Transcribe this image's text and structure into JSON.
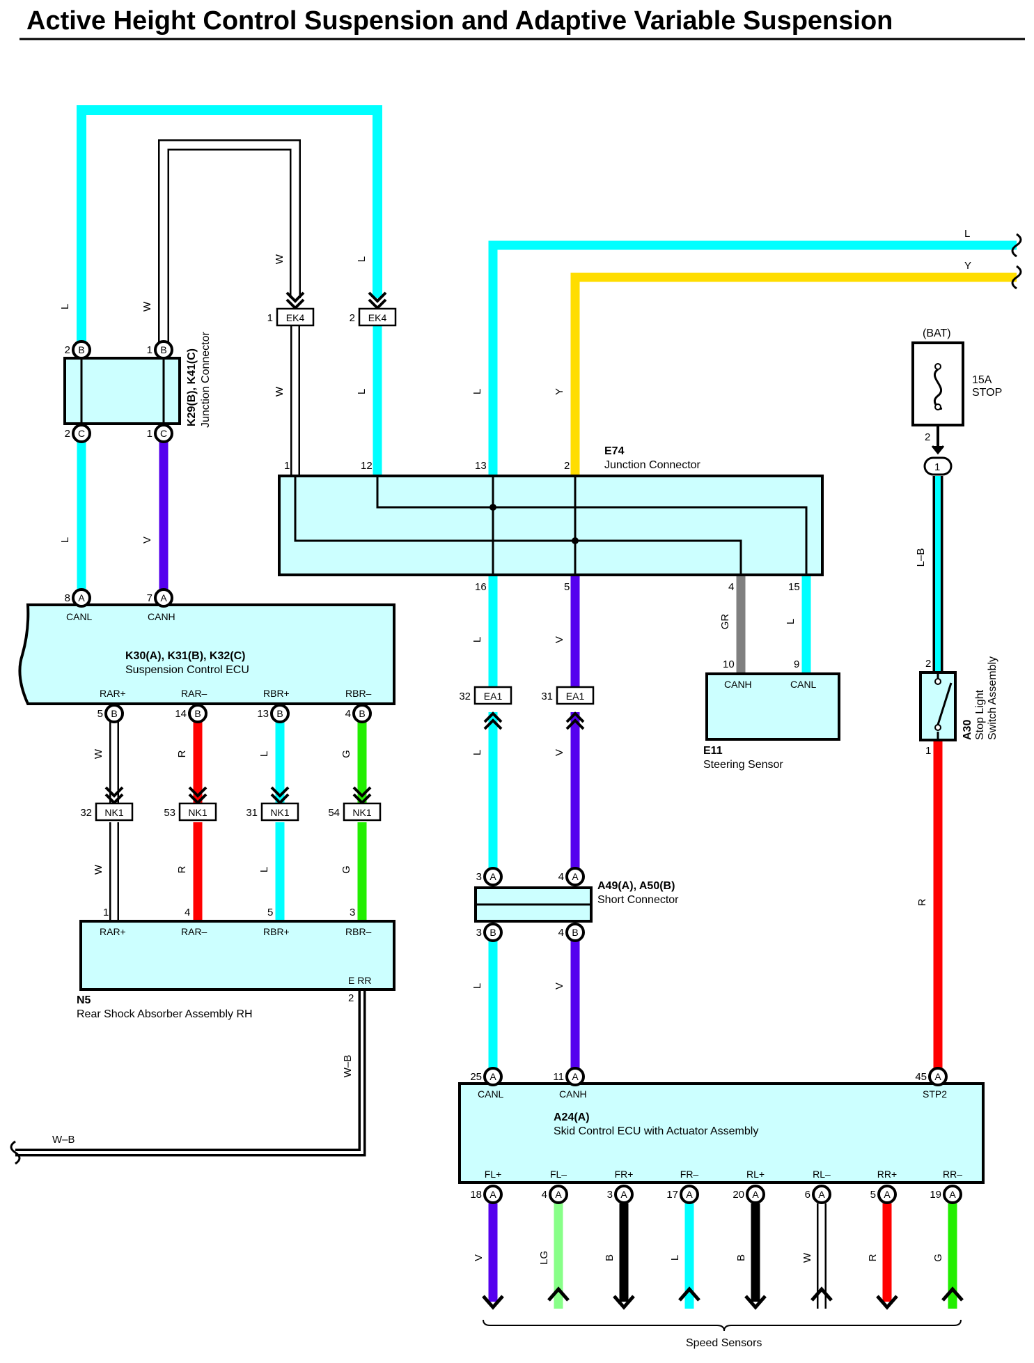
{
  "title": "Active Height Control Suspension and Adaptive Variable Suspension",
  "colors": {
    "L": "#00ffff",
    "Y": "#ffdd00",
    "V": "#5500ee",
    "R": "#ff0000",
    "G": "#22ee00",
    "LG": "#88ff88",
    "B": "#000000",
    "GR": "#808080",
    "W": "#ffffff",
    "component_fill": "#ccffff"
  },
  "components": {
    "k29": {
      "name": "K29(B), K41(C)",
      "desc": "Junction Connector"
    },
    "k30": {
      "name": "K30(A), K31(B), K32(C)",
      "desc": "Suspension Control ECU",
      "top_pins": [
        {
          "num": "8",
          "code": "A",
          "label": "CANL"
        },
        {
          "num": "7",
          "code": "A",
          "label": "CANH"
        }
      ],
      "bottom_pins": [
        {
          "num": "5",
          "code": "B",
          "label": "RAR+"
        },
        {
          "num": "14",
          "code": "B",
          "label": "RAR–"
        },
        {
          "num": "13",
          "code": "B",
          "label": "RBR+"
        },
        {
          "num": "4",
          "code": "B",
          "label": "RBR–"
        }
      ]
    },
    "e74": {
      "name": "E74",
      "desc": "Junction Connector",
      "top_pins": [
        "1",
        "12",
        "13",
        "2"
      ],
      "bottom_pins": [
        "16",
        "5",
        "4",
        "15"
      ]
    },
    "e11": {
      "name": "E11",
      "desc": "Steering Sensor",
      "pins": [
        {
          "num": "10",
          "label": "CANH"
        },
        {
          "num": "9",
          "label": "CANL"
        }
      ]
    },
    "fuse": {
      "source": "(BAT)",
      "rating": "15A",
      "name": "STOP",
      "pin": "2",
      "conn": "1"
    },
    "a30": {
      "name": "A30",
      "desc1": "Stop Light",
      "desc2": "Switch Assembly",
      "pin_top": "2",
      "pin_bottom": "1"
    },
    "n5": {
      "name": "N5",
      "desc": "Rear Shock Absorber Assembly RH",
      "pins": [
        {
          "num": "1",
          "label": "RAR+"
        },
        {
          "num": "4",
          "label": "RAR–"
        },
        {
          "num": "5",
          "label": "RBR+"
        },
        {
          "num": "3",
          "label": "RBR–"
        }
      ],
      "ground_label": "E RR",
      "ground_pin": "2"
    },
    "a49": {
      "name": "A49(A), A50(B)",
      "desc": "Short Connector",
      "pins_top": [
        {
          "num": "3",
          "code": "A"
        },
        {
          "num": "4",
          "code": "A"
        }
      ],
      "pins_bottom": [
        {
          "num": "3",
          "code": "B"
        },
        {
          "num": "4",
          "code": "B"
        }
      ]
    },
    "a24": {
      "name": "A24(A)",
      "desc": "Skid Control ECU with Actuator Assembly",
      "top_pins": [
        {
          "num": "25",
          "code": "A",
          "label": "CANL"
        },
        {
          "num": "11",
          "code": "A",
          "label": "CANH"
        },
        {
          "num": "45",
          "code": "A",
          "label": "STP2"
        }
      ],
      "bottom_pins": [
        {
          "num": "18",
          "code": "A",
          "label": "FL+",
          "wire": "V"
        },
        {
          "num": "4",
          "code": "A",
          "label": "FL–",
          "wire": "LG"
        },
        {
          "num": "3",
          "code": "A",
          "label": "FR+",
          "wire": "B"
        },
        {
          "num": "17",
          "code": "A",
          "label": "FR–",
          "wire": "L"
        },
        {
          "num": "20",
          "code": "A",
          "label": "RL+",
          "wire": "B"
        },
        {
          "num": "6",
          "code": "A",
          "label": "RL–",
          "wire": "W"
        },
        {
          "num": "5",
          "code": "A",
          "label": "RR+",
          "wire": "R"
        },
        {
          "num": "19",
          "code": "A",
          "label": "RR–",
          "wire": "G"
        }
      ]
    }
  },
  "connectors": {
    "ek4": {
      "code": "EK4",
      "pins": [
        "1",
        "2"
      ]
    },
    "ea1": {
      "code": "EA1",
      "pins": [
        "32",
        "31"
      ]
    },
    "nk1": {
      "code": "NK1",
      "pins": [
        "32",
        "53",
        "31",
        "54"
      ]
    }
  },
  "wire_labels": {
    "L": "L",
    "W": "W",
    "V": "V",
    "Y": "Y",
    "R": "R",
    "G": "G",
    "GR": "GR",
    "LB": "L–B",
    "WB": "W–B",
    "LG": "LG",
    "B": "B"
  },
  "speed_sensors": "Speed Sensors"
}
